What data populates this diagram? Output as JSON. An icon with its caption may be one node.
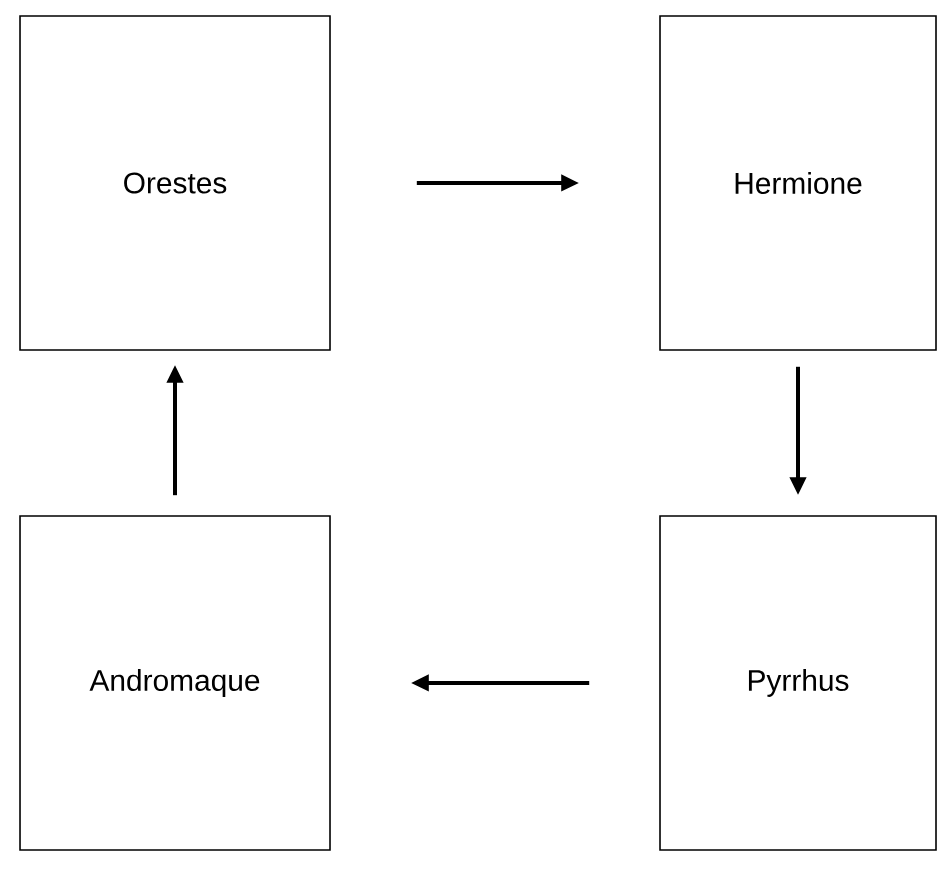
{
  "diagram": {
    "nodes": [
      {
        "text": [
          "Orestes"
        ]
      },
      {
        "text": [
          "Hermione"
        ]
      },
      {
        "text": [
          "Andromaque"
        ]
      },
      {
        "text": [
          "Pyrrhus"
        ]
      }
    ],
    "edges": [
      {
        "from": 0,
        "to": 1,
        "arrow": "to"
      },
      {
        "from": 1,
        "to": 3,
        "arrow": "to"
      },
      {
        "from": 3,
        "to": 2,
        "arrow": "to"
      },
      {
        "from": 2,
        "to": 0,
        "arrow": "to"
      }
    ]
  }
}
